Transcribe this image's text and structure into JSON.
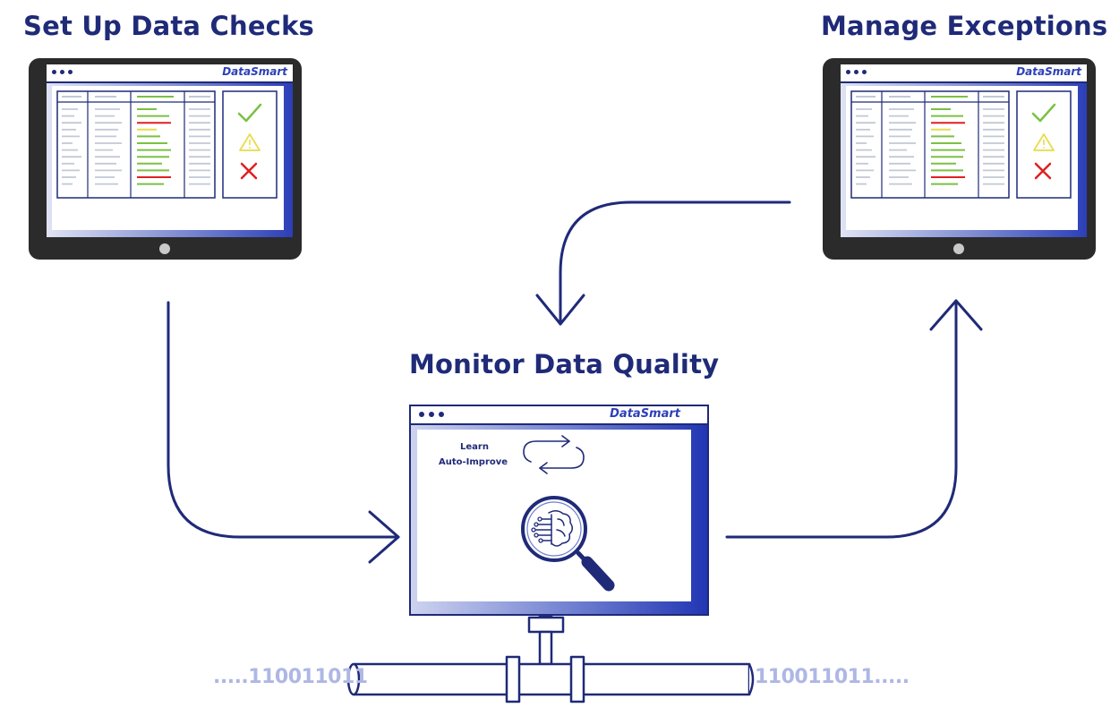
{
  "headings": {
    "setup": "Set Up Data Checks",
    "manage": "Manage Exceptions",
    "monitor": "Monitor Data Quality"
  },
  "brand": "DataSmart",
  "monitor": {
    "learn_label": "Learn",
    "auto_improve_label": "Auto-Improve"
  },
  "binary": {
    "left": ".....110011011",
    "right": "110011011....."
  },
  "colors": {
    "navy": "#1f2a78",
    "pass": "#7ac143",
    "warn": "#e8dc4a",
    "fail": "#e02020",
    "bits": "#aeb7e4",
    "tablet_frame": "#2b2b2b"
  },
  "icons": [
    "check-icon",
    "warning-icon",
    "cross-icon",
    "cycle-arrows-icon",
    "ai-brain-magnifier-icon",
    "pipe-icon"
  ]
}
